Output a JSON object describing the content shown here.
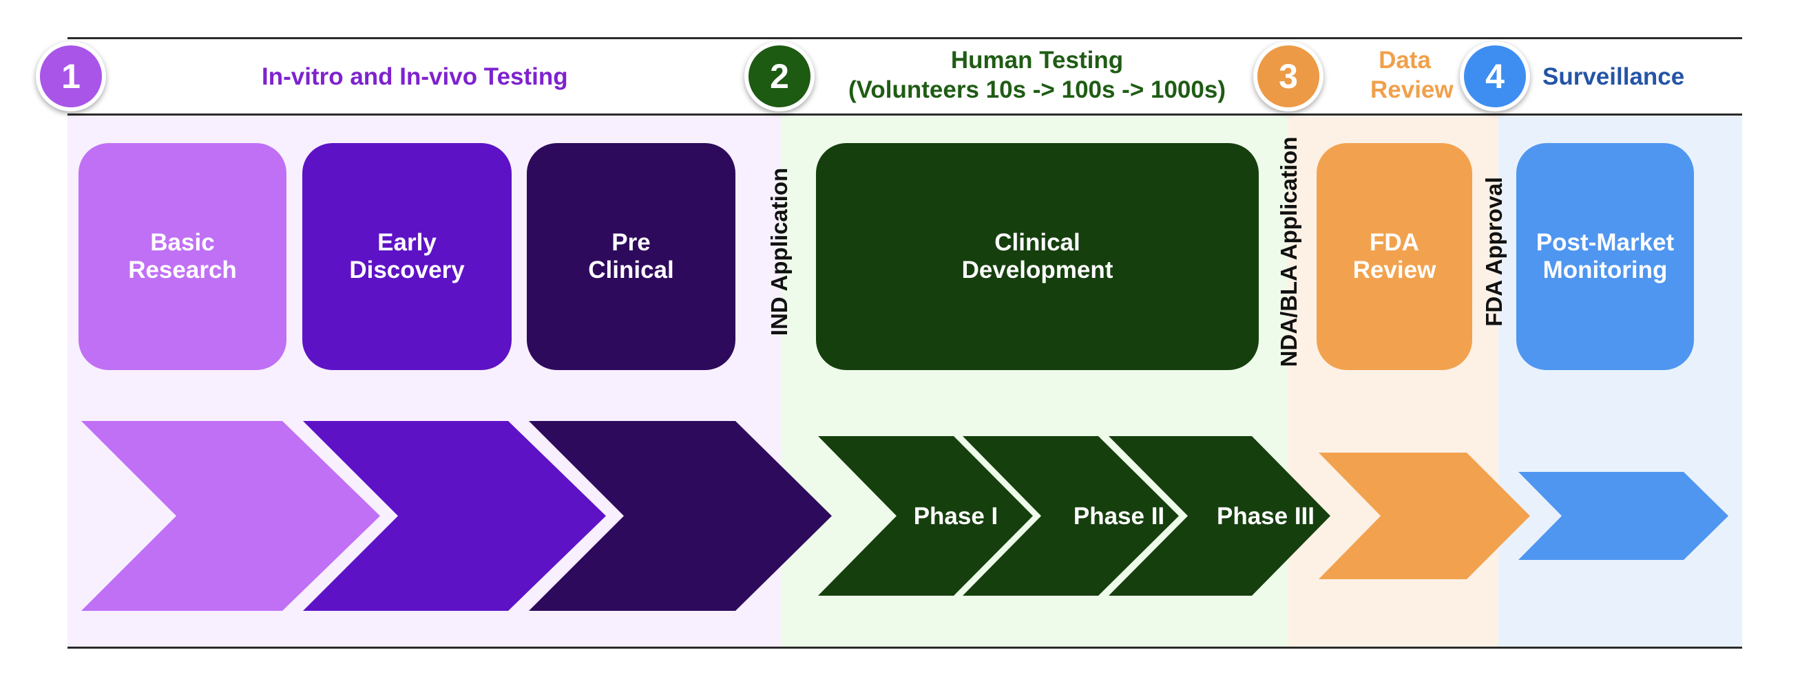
{
  "stages": [
    {
      "number": "1",
      "title": "In-vitro and In-vivo Testing",
      "color": "#7e22ce"
    },
    {
      "number": "2",
      "title": "Human Testing",
      "subtitle": "(Volunteers 10s -> 100s -> 1000s)",
      "color": "#1f5c14"
    },
    {
      "number": "3",
      "title": "Data",
      "subtitle": "Review",
      "color": "#f0a04b"
    },
    {
      "number": "4",
      "title": "Surveillance",
      "color": "#2454a6"
    }
  ],
  "boxes": [
    {
      "label": "Basic\nResearch",
      "color": "#c070f5"
    },
    {
      "label": "Early\nDiscovery",
      "color": "#5e12c6"
    },
    {
      "label": "Pre\nClinical",
      "color": "#2e0a5c"
    },
    {
      "label": "Clinical\nDevelopment",
      "color": "#163f0e"
    },
    {
      "label": "FDA\nReview",
      "color": "#f2a24e"
    },
    {
      "label": "Post-Market\nMonitoring",
      "color": "#4f96f0"
    }
  ],
  "milestones": {
    "ind": "IND Application",
    "nda": "NDA/BLA Application",
    "fda": "FDA Approval"
  },
  "phases": [
    "Phase I",
    "Phase II",
    "Phase III"
  ],
  "colors": {
    "band_purple": "#f8f0ff",
    "band_green": "#eefbea",
    "band_orange": "#fdf1e6",
    "band_blue": "#e9f2fc",
    "badge1": "#a855e8",
    "badge2": "#1d5a12",
    "badge3": "#ec9a45",
    "badge4": "#3d8ef0"
  }
}
